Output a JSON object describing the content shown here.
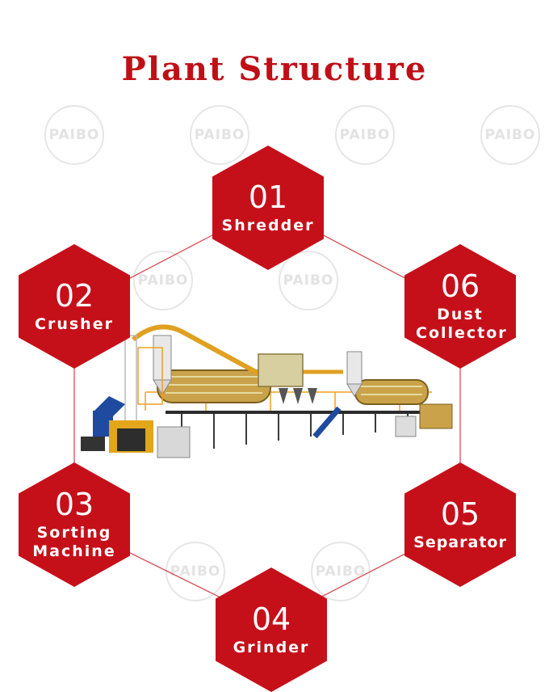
{
  "title": "Plant Structure",
  "watermark_text": "PAIBO",
  "accent_color": "#c5101a",
  "image_description_icon": "recycling-plant-machinery-image",
  "steps": [
    {
      "number": "01",
      "label": "Shredder"
    },
    {
      "number": "02",
      "label": "Crusher"
    },
    {
      "number": "03",
      "label": "Sorting Machine"
    },
    {
      "number": "04",
      "label": "Grinder"
    },
    {
      "number": "05",
      "label": "Separator"
    },
    {
      "number": "06",
      "label": "Dust Collector"
    }
  ]
}
